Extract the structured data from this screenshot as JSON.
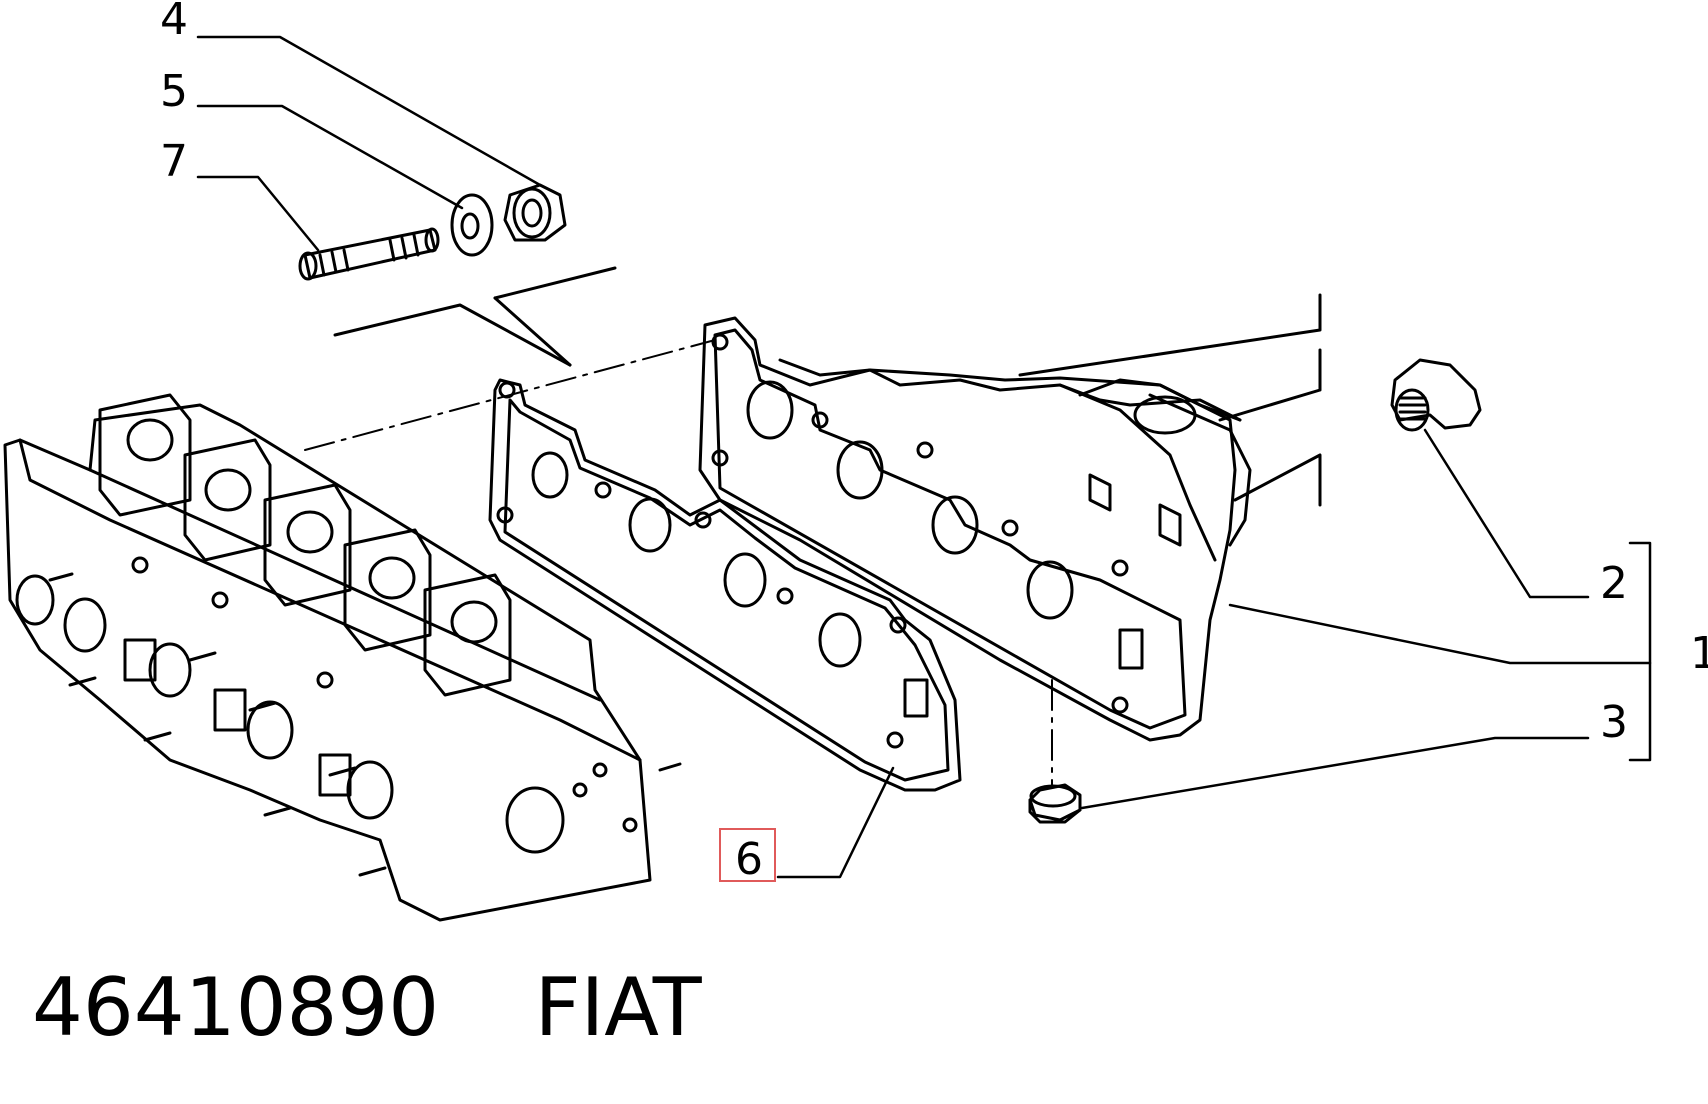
{
  "callouts": {
    "c1": "1",
    "c2": "2",
    "c3": "3",
    "c4": "4",
    "c5": "5",
    "c6": "6",
    "c7": "7"
  },
  "caption": {
    "part_number": "46410890",
    "brand": "FIAT"
  },
  "highlight": {
    "callout": "6",
    "color": "#e05a5a"
  }
}
